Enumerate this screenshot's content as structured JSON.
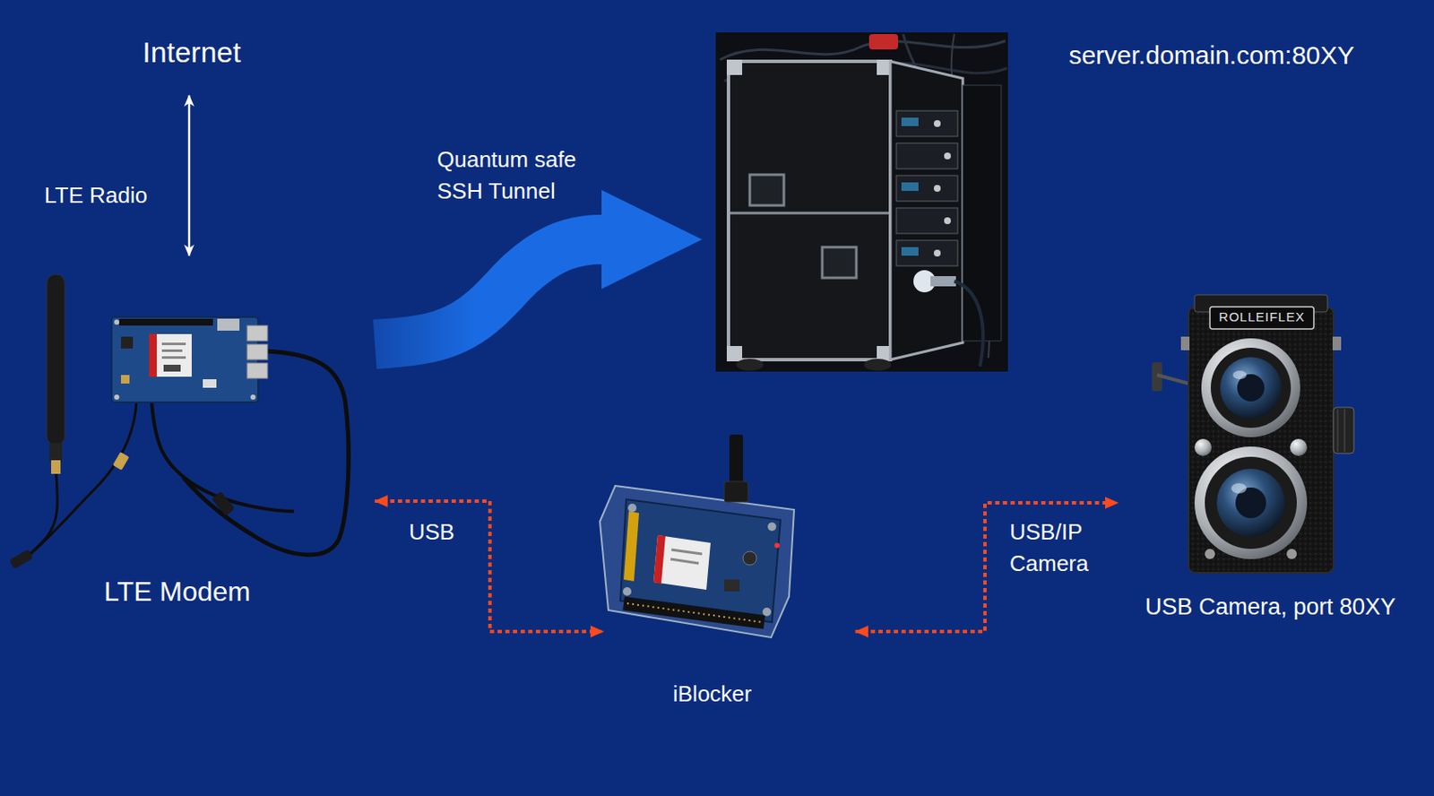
{
  "diagram": {
    "nodes": [
      {
        "text": [
          "Internet"
        ]
      },
      {
        "text": [
          "LTE Modem"
        ]
      },
      {
        "text": [
          "server.domain.com:80XY"
        ]
      },
      {
        "text": [
          "iBlocker"
        ]
      },
      {
        "text": [
          "USB Camera, port 80XY"
        ]
      }
    ],
    "edges": [
      {
        "from": 0,
        "to": 1,
        "arrow": "both",
        "label": "LTE Radio"
      },
      {
        "from": 1,
        "to": 2,
        "arrow": "to",
        "label": "Quantum safe SSH Tunnel"
      },
      {
        "from": 1,
        "to": 3,
        "arrow": "both",
        "label": "USB"
      },
      {
        "from": 3,
        "to": 4,
        "arrow": "both",
        "label": "USB/IP Camera"
      }
    ],
    "labels": [
      "ROLLEIFLEX"
    ]
  }
}
